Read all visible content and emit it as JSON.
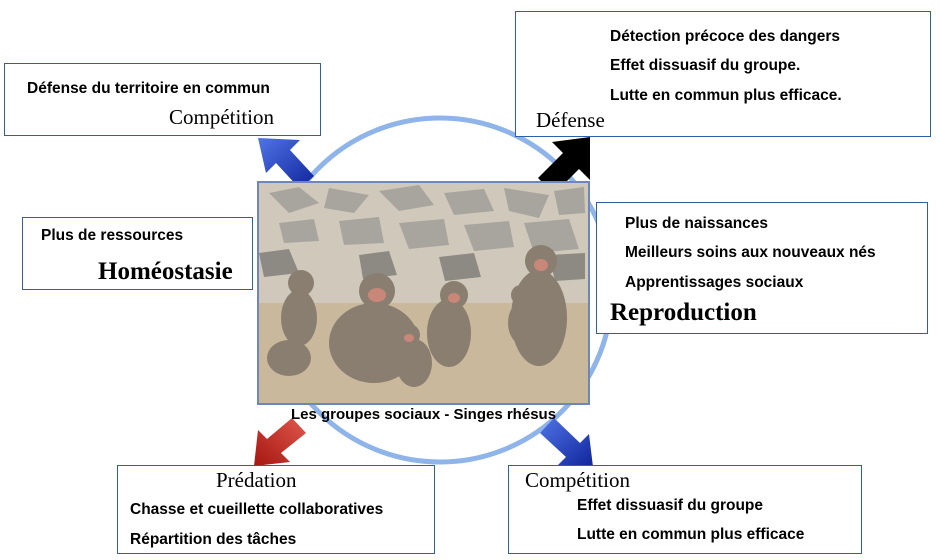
{
  "center": {
    "caption": "Les groupes sociaux  -  Singes rhésus",
    "image_alt": "monkeys-photo"
  },
  "boxes": {
    "top_left": {
      "title": "Compétition",
      "lines": [
        "Défense du territoire en commun"
      ]
    },
    "top_right": {
      "title": "Défense",
      "lines": [
        "Détection précoce des dangers",
        "Effet dissuasif du groupe.",
        "Lutte en commun plus efficace."
      ]
    },
    "mid_left": {
      "title": "Homéostasie",
      "lines": [
        "Plus de ressources"
      ]
    },
    "mid_right": {
      "title": "Reproduction",
      "lines": [
        "Plus de naissances",
        "Meilleurs soins aux nouveaux nés",
        "Apprentissages sociaux"
      ]
    },
    "bottom_left": {
      "title": "Prédation",
      "lines": [
        "Chasse et cueillette collaboratives",
        "Répartition des tâches"
      ]
    },
    "bottom_right": {
      "title": "Compétition",
      "lines": [
        "Effet dissuasif du groupe",
        "Lutte en commun plus efficace"
      ]
    }
  },
  "colors": {
    "ring": "#8fb4ea",
    "box_border": "#2f5fa8",
    "arrow_blue": "#1d3fbf",
    "arrow_black": "#000000",
    "arrow_red": "#c6231b"
  }
}
